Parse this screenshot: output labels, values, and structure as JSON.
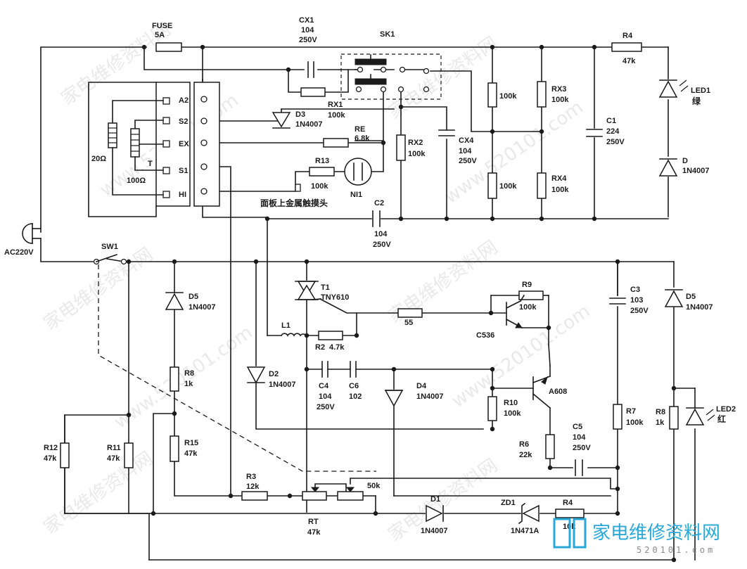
{
  "watermark": {
    "text_cn": "家电维修资料网",
    "url": "www.520101.com"
  },
  "logo": {
    "name": "家电维修资料网",
    "sub": "520101.com",
    "colors": {
      "primary": "#29a8d8",
      "sub": "#8a8a8a"
    }
  },
  "labels": {
    "fuse": "FUSE",
    "fuse_val": "5A",
    "cx1": "CX1",
    "cx1_val": "104",
    "cx1_v": "250V",
    "sk1": "SK1",
    "r4_top": "R4",
    "r4_top_val": "47k",
    "led1": "LED1",
    "led1_color": "绿",
    "a2": "A2",
    "s2": "S2",
    "ex": "EX",
    "s1": "S1",
    "hi": "HI",
    "res20": "20Ω",
    "t": "T",
    "res100": "100Ω",
    "d3": "D3",
    "d3_val": "1N4007",
    "rx1": "RX1",
    "rx1_val": "100k",
    "re": "RE",
    "re_val": "6.8k",
    "r13": "R13",
    "r13_val": "100k",
    "ni1": "NI1",
    "rx2": "RX2",
    "rx2_val": "100k",
    "cx4": "CX4",
    "cx4_val": "104",
    "cx4_v": "250V",
    "r100k_a": "100k",
    "r100k_b": "100k",
    "rx3": "RX3",
    "rx3_val": "100k",
    "rx4": "RX4",
    "rx4_val": "100k",
    "c1": "C1",
    "c1_val": "224",
    "c1_v": "250V",
    "d_top": "D",
    "d_top_val": "1N4007",
    "panel": "面板上金属触摸头",
    "c2": "C2",
    "c2_val": "104",
    "c2_v": "250V",
    "ac": "AC220V",
    "sw1": "SW1",
    "d5a": "D5",
    "d5a_val": "1N4007",
    "t1": "T1",
    "t1_val": "TNY610",
    "r9": "R9",
    "r9_val": "100k",
    "c3": "C3",
    "c3_val": "103",
    "c3_v": "250V",
    "d5b": "D5",
    "d5b_val": "1N4007",
    "r55": "55",
    "l1": "L1",
    "r2": "R2",
    "r2_val": "4.7k",
    "c536": "C536",
    "r8a": "R8",
    "r8a_val": "1k",
    "d2": "D2",
    "d2_val": "1N4007",
    "c4": "C4",
    "c4_val": "104",
    "c4_v": "250V",
    "c6": "C6",
    "c6_val": "102",
    "d4": "D4",
    "d4_val": "1N4007",
    "a608": "A608",
    "r10": "R10",
    "r10_val": "100k",
    "r8b": "R8",
    "r8b_val": "1k",
    "led2": "LED2",
    "led2_color": "红",
    "r7": "R7",
    "r7_val": "100k",
    "r12": "R12",
    "r12_val": "47k",
    "r11": "R11",
    "r11_val": "47k",
    "r15": "R15",
    "r15_val": "47k",
    "c5": "C5",
    "c5_val": "104",
    "c5_v": "250V",
    "r6": "R6",
    "r6_val": "22k",
    "r3": "R3",
    "r3_val": "12k",
    "pot_val": "50k",
    "rt": "RT",
    "rt_val": "47k",
    "d1": "D1",
    "d1_val": "1N4007",
    "zd1": "ZD1",
    "zd1_val": "1N471A",
    "r4_bot": "R4",
    "r4_bot_val": "10k"
  }
}
